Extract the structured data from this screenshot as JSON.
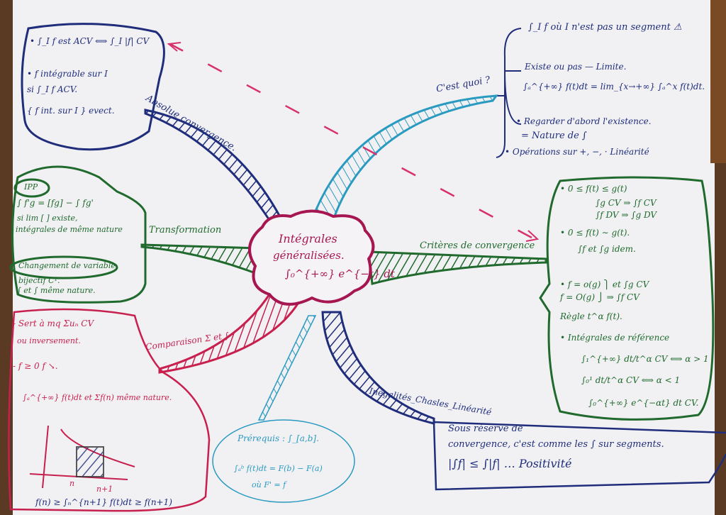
{
  "center": {
    "title_line1": "Intégrales",
    "title_line2": "généralisées.",
    "formula": "∫₀^{+∞} e^{−t} dt"
  },
  "branches": {
    "absolute": "Absolue convergence.",
    "what_is": "C'est quoi ?",
    "transformation": "Transformation",
    "criteria": "Critères de convergence",
    "comparison": "Comparaison Σ et ∫",
    "inequalities": "Inégalités_Chasles_Linéarité"
  },
  "absolute_box": [
    "• ∫_I f est ACV ⟺ ∫_I |f| CV",
    "• f intégrable sur I",
    "   si ∫_I f ACV.",
    "{ f int. sur I } evect."
  ],
  "what_is_box": [
    "∫_I f   où I n'est pas un segment ⚠",
    "Existe ou pas — Limite.",
    "∫ₐ^{+∞} f(t)dt = lim_{x→+∞} ∫ₐ^x f(t)dt.",
    "• Regarder d'abord l'existence.",
    "= Nature de ∫",
    "• Opérations sur +, −, ·   Linéarité"
  ],
  "transformation_box": [
    "IPP",
    "∫ f'g = [fg] − ∫ fg'",
    "si lim [ ] existe,",
    "intégrales de même nature",
    "Changement de variable.",
    "bijectif C¹.",
    "∫ et ∫ même nature."
  ],
  "criteria_box": [
    "• 0 ≤ f(t) ≤ g(t)",
    "∫g CV ⇒ ∫f CV",
    "∫f DV ⇒ ∫g DV",
    "• 0 ≤ f(t) ∼ g(t).",
    "∫f et ∫g idem.",
    "• f = o(g) ⎫ et ∫g CV",
    "  f = O(g) ⎭      ⇒ ∫f CV",
    "Règle t^α f(t).",
    "• Intégrales de référence",
    "∫₁^{+∞} dt/t^α CV ⟺ α > 1",
    "∫₀¹ dt/t^α CV ⟺ α < 1",
    "∫₀^{+∞} e^{−αt} dt CV."
  ],
  "comparison_box": [
    "- Sert à mq Σuₙ CV",
    "ou inversement.",
    "- f ≥ 0  f ↘.",
    "∫ₐ^{+∞} f(t)dt et Σf(n) même nature.",
    "f(n) ≥ ∫ₙ^{n+1} f(t)dt ≥ f(n+1)"
  ],
  "graph_labels": {
    "n": "n",
    "n1": "n+1"
  },
  "prereq_box": [
    "Prérequis : ∫_[a,b].",
    "∫ₐᵇ f(t)dt = F(b) − F(a)",
    "où F' = f"
  ],
  "inequalities_box": [
    "Sous réserve de",
    "convergence, c'est comme les ∫ sur segments.",
    "|∫f| ≤ ∫|f| …      Positivité"
  ],
  "colors": {
    "navy": "#1f2d7a",
    "green": "#1f6a2c",
    "red": "#c8204e",
    "cyan": "#2a9ac0",
    "magenta": "#a61650",
    "paper": "#f1f1f4"
  }
}
